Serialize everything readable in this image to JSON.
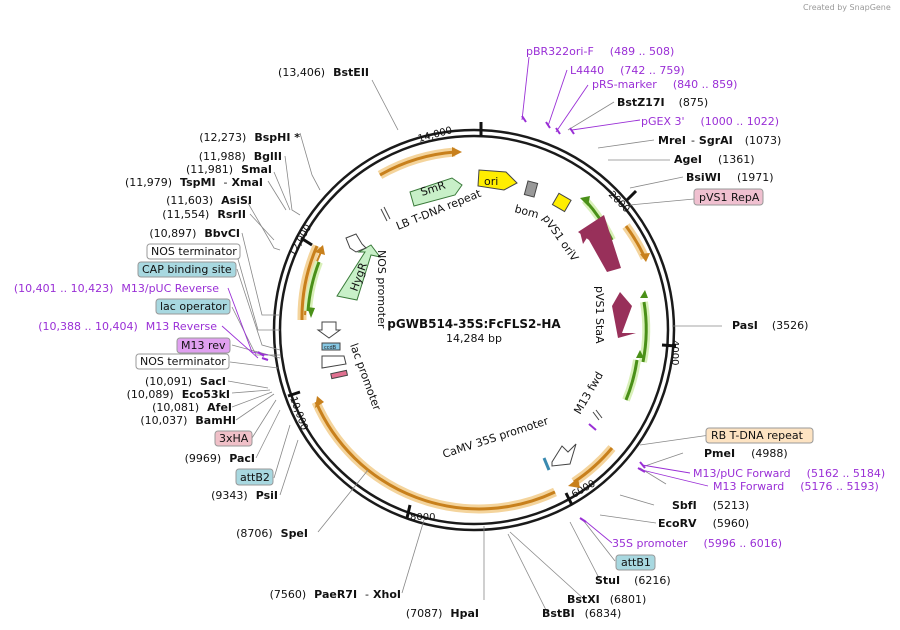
{
  "credit": "Created by  SnapGene",
  "plasmid": {
    "name": "pGWB514-35S:FcFLS2-HA",
    "size": "14,284 bp"
  },
  "ticks": [
    "2000",
    "4000",
    "6000",
    "8000",
    "10,000",
    "12,000",
    "14,000"
  ],
  "sites_right": [
    {
      "name": "BstZ17I",
      "pos": "(875)"
    },
    {
      "name": "MreI",
      "extra": "SgrAI",
      "pos": "(1073)"
    },
    {
      "name": "AgeI",
      "pos": "(1361)"
    },
    {
      "name": "BsiWI",
      "pos": "(1971)"
    },
    {
      "name": "PasI",
      "pos": "(3526)"
    },
    {
      "name": "PmeI",
      "pos": "(4988)"
    },
    {
      "name": "SbfI",
      "pos": "(5213)"
    },
    {
      "name": "EcoRV",
      "pos": "(5960)"
    },
    {
      "name": "StuI",
      "pos": "(6216)"
    },
    {
      "name": "BstXI",
      "pos": "(6801)"
    },
    {
      "name": "BstBI",
      "pos": "(6834)"
    }
  ],
  "sites_left": [
    {
      "name": "BstEII",
      "pos": "(13,406)"
    },
    {
      "name": "BspHI *",
      "pos": "(12,273)"
    },
    {
      "name": "BglII",
      "pos": "(11,988)"
    },
    {
      "name": "SmaI",
      "pos": "(11,981)"
    },
    {
      "name": "TspMI",
      "extra": "XmaI",
      "pos": "(11,979)"
    },
    {
      "name": "AsiSI",
      "pos": "(11,603)"
    },
    {
      "name": "RsrII",
      "pos": "(11,554)"
    },
    {
      "name": "BbvCI",
      "pos": "(10,897)"
    },
    {
      "name": "SacI",
      "pos": "(10,091)"
    },
    {
      "name": "Eco53kI",
      "pos": "(10,089)"
    },
    {
      "name": "AfeI",
      "pos": "(10,081)"
    },
    {
      "name": "BamHI",
      "pos": "(10,037)"
    },
    {
      "name": "PacI",
      "pos": "(9969)"
    },
    {
      "name": "PsiI",
      "pos": "(9343)"
    },
    {
      "name": "SpeI",
      "pos": "(8706)"
    },
    {
      "name": "PaeR7I",
      "extra": "XhoI",
      "pos": "(7560)"
    },
    {
      "name": "HpaI",
      "pos": "(7087)"
    }
  ],
  "primers": [
    {
      "name": "pBR322ori-F",
      "range": "(489 .. 508)"
    },
    {
      "name": "L4440",
      "range": "(742 .. 759)"
    },
    {
      "name": "pRS-marker",
      "range": "(840 .. 859)"
    },
    {
      "name": "pGEX 3'",
      "range": "(1000 .. 1022)"
    },
    {
      "name": "M13/pUC Forward",
      "range": "(5162 .. 5184)"
    },
    {
      "name": "M13 Forward",
      "range": "(5176 .. 5193)"
    },
    {
      "name": "35S promoter",
      "range": "(5996 .. 6016)"
    },
    {
      "name": "M13/pUC Reverse",
      "range": "(10,401 .. 10,423)"
    },
    {
      "name": "M13 Reverse",
      "range": "(10,388 .. 10,404)"
    }
  ],
  "boxed": {
    "pvs1_repa": "pVS1 RepA",
    "rb_tdna": "RB T-DNA repeat",
    "attb1": "attB1",
    "attb2": "attB2",
    "ha3": "3xHA",
    "m13rev": "M13 rev",
    "nos_term1": "NOS terminator",
    "nos_term2": "NOS terminator",
    "cap_site": "CAP binding site",
    "lac_op": "lac operator"
  },
  "features": {
    "smr": "SmR",
    "ori": "ori",
    "bom": "bom",
    "lb": "LB T-DNA repeat",
    "pvs1_oriv": "pVS1 oriV",
    "pvs1_staa": "pVS1 StaA",
    "m13fwd": "M13 fwd",
    "camv": "CaMV 35S promoter",
    "hygr": "HygR",
    "nos_prom": "NOS promoter",
    "lac_prom": "lac promoter",
    "ccdb": "ccdB"
  },
  "colors": {
    "backbone": "#1a1a1a",
    "orange_feature": "#e0a030",
    "green_feature": "#5aa02a",
    "purple_primer": "#9a2fd6",
    "ori_yellow": "#ffee00",
    "smr_green": "#c8f0c8",
    "pvs1_maroon": "#98305a"
  }
}
